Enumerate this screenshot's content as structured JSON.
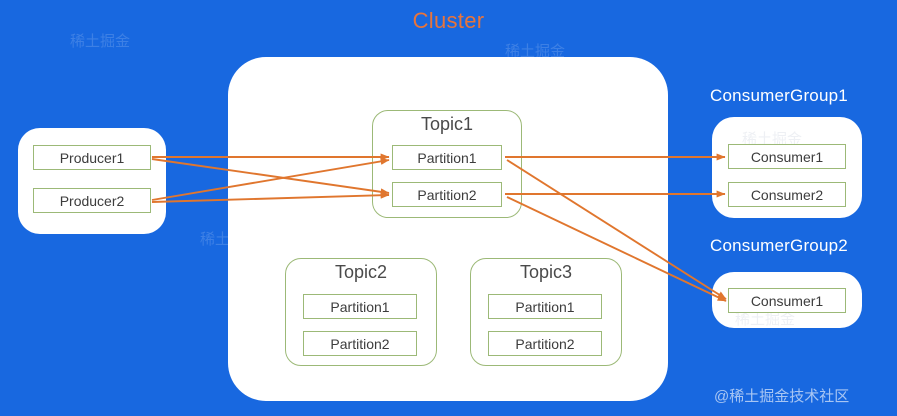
{
  "diagram": {
    "title": "Cluster",
    "background_color": "#1868e0",
    "title_color": "#e8743b",
    "arrow_color": "#e0762e",
    "box_border_color": "#9cb977",
    "panel_color": "#ffffff"
  },
  "producers": {
    "items": [
      {
        "label": "Producer1"
      },
      {
        "label": "Producer2"
      }
    ]
  },
  "cluster": {
    "topics": [
      {
        "label": "Topic1",
        "partitions": [
          {
            "label": "Partition1"
          },
          {
            "label": "Partition2"
          }
        ]
      },
      {
        "label": "Topic2",
        "partitions": [
          {
            "label": "Partition1"
          },
          {
            "label": "Partition2"
          }
        ]
      },
      {
        "label": "Topic3",
        "partitions": [
          {
            "label": "Partition1"
          },
          {
            "label": "Partition2"
          }
        ]
      }
    ]
  },
  "consumer_groups": [
    {
      "label": "ConsumerGroup1",
      "consumers": [
        {
          "label": "Consumer1"
        },
        {
          "label": "Consumer2"
        }
      ]
    },
    {
      "label": "ConsumerGroup2",
      "consumers": [
        {
          "label": "Consumer1"
        }
      ]
    }
  ],
  "watermarks": {
    "tiled_text": "稀土掘金",
    "brand": "@稀土掘金技术社区"
  }
}
